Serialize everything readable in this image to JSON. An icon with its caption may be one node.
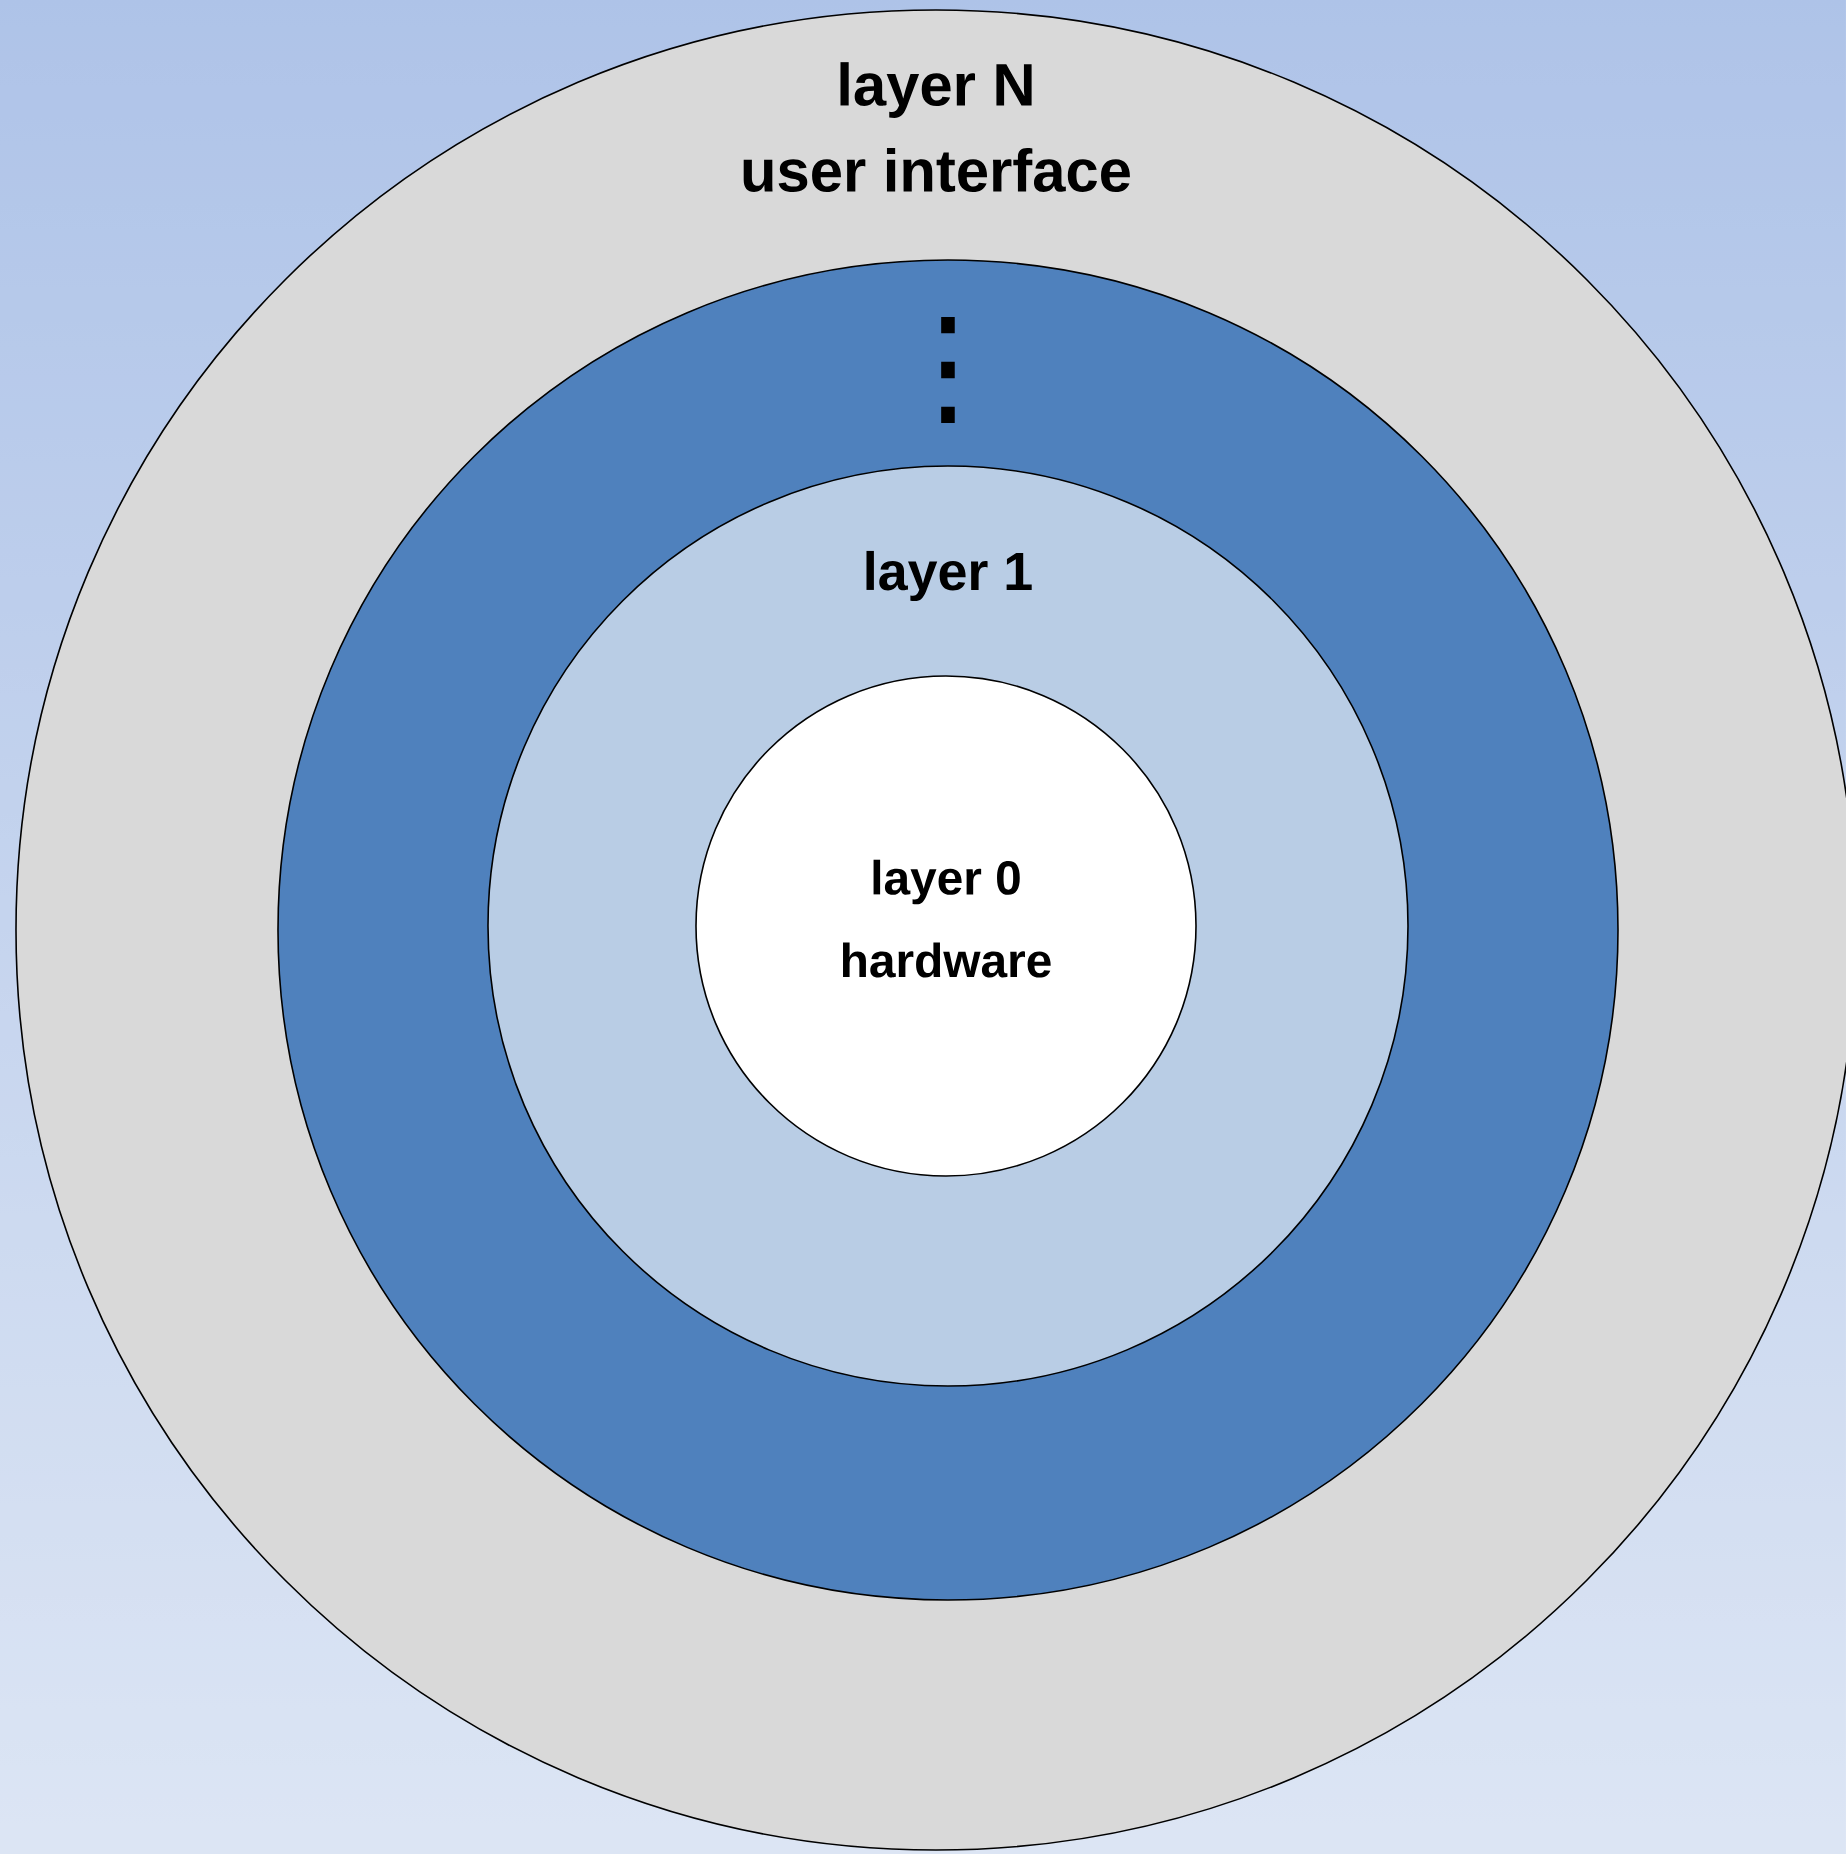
{
  "diagram": {
    "nodes": [
      {
        "text": [
          "layer N",
          "user interface"
        ]
      },
      {
        "text": [
          "⋮"
        ],
        "in": 0
      },
      {
        "text": [
          "layer 1"
        ],
        "in": 1
      },
      {
        "text": [
          "layer 0",
          "hardware"
        ],
        "in": 2
      }
    ]
  }
}
